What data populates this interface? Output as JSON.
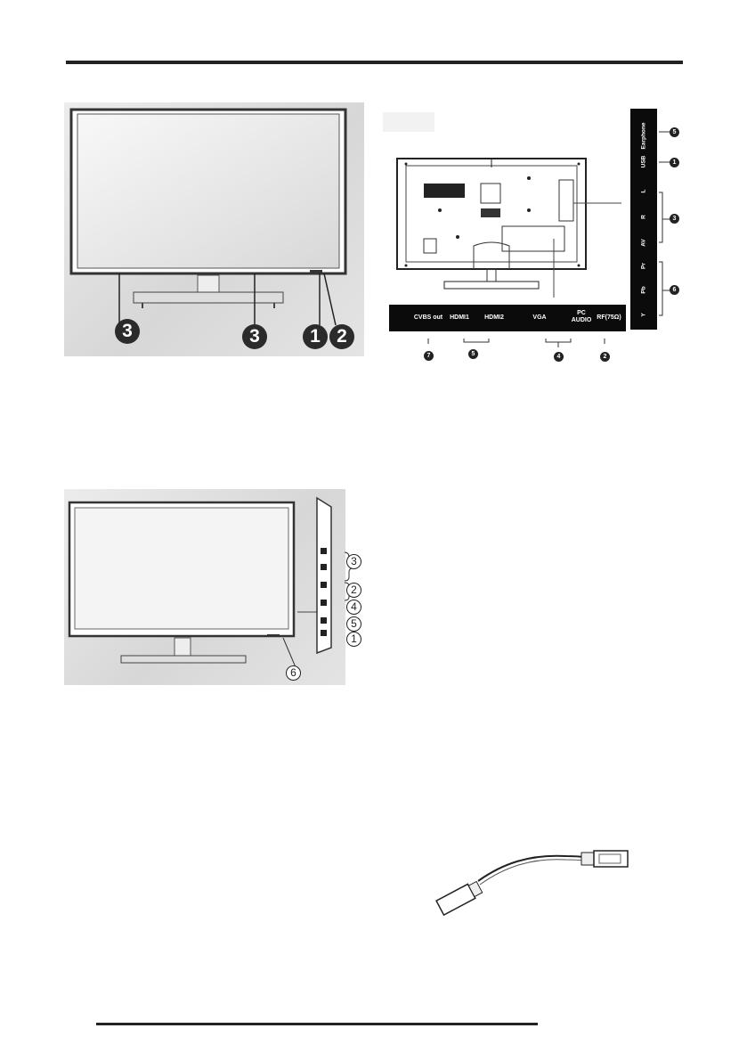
{
  "front_view": {
    "callouts": [
      "3",
      "3",
      "1",
      "2"
    ]
  },
  "rear_view": {
    "bottom_ports": [
      "CVBS out",
      "HDMI1",
      "HDMI2",
      "VGA",
      "PC AUDIO",
      "RF(75Ω)"
    ],
    "bottom_callouts": [
      "7",
      "5",
      "4",
      "2"
    ],
    "side_ports": [
      "Earphone",
      "USB",
      "L",
      "R",
      "AV",
      "Pr",
      "Pb",
      "Y"
    ],
    "side_callouts": [
      "5",
      "1",
      "3",
      "6"
    ]
  },
  "side_view": {
    "callouts": [
      "3",
      "2",
      "4",
      "5",
      "1",
      "6"
    ]
  },
  "usb_cable": {
    "icon": "usb-extension-cable-icon"
  }
}
